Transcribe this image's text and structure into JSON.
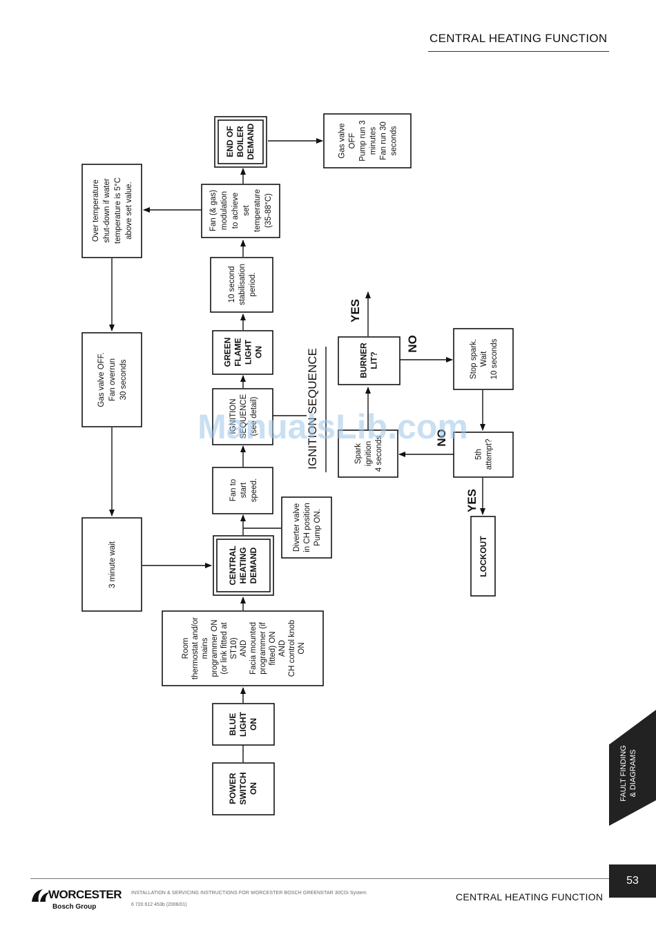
{
  "header": {
    "title": "CENTRAL HEATING FUNCTION"
  },
  "boxes": {
    "power_switch": [
      "POWER",
      "SWITCH",
      "ON"
    ],
    "blue_light": [
      "BLUE",
      "LIGHT",
      "ON"
    ],
    "room_thermostat": [
      "Room",
      "thermostat and/or",
      "mains",
      "programmer ON",
      "(or link fitted at",
      "ST10)",
      "AND",
      "Facia mounted",
      "programmer (if",
      "fitted) ON",
      "AND",
      "CH control knob",
      "ON"
    ],
    "ch_demand": [
      "CENTRAL",
      "HEATING",
      "DEMAND"
    ],
    "diverter": [
      "Diverter valve",
      "in CH position",
      "Pump ON."
    ],
    "fan_start": [
      "Fan to",
      "start",
      "speed."
    ],
    "ignition": [
      "IGNITION",
      "SEQUENCE",
      "(see detail)"
    ],
    "green_flame": [
      "GREEN",
      "FLAME",
      "LIGHT",
      "ON"
    ],
    "stabilisation": [
      "10 second",
      "stabilisation",
      "period."
    ],
    "modulation": [
      "Fan (& gas)",
      "modulation",
      "to achieve",
      "set",
      "temperature",
      "(35-88°C)"
    ],
    "over_temp": [
      "Over temperature",
      "shut-down if water",
      "temperature is 5°C",
      "above set value."
    ],
    "end_demand": [
      "END OF",
      "BOILER",
      "DEMAND"
    ],
    "gas_off_pump": [
      "Gas valve",
      "OFF",
      "Pump run 3",
      "minutes",
      "Fan run 30",
      "seconds"
    ],
    "gas_off_overrun": [
      "Gas valve OFF.",
      "Fan overrun",
      "30 seconds"
    ],
    "wait": [
      "3 minute wait"
    ],
    "spark": [
      "Spark",
      "ignition",
      "4 seconds"
    ],
    "burner_lit": [
      "BURNER",
      "LIT?"
    ],
    "stop_spark": [
      "Stop spark.",
      "Wait",
      "10 seconds"
    ],
    "fifth_attempt": [
      "5th",
      "attempt?"
    ],
    "lockout": [
      "LOCKOUT"
    ]
  },
  "labels": {
    "ignition_sequence": "IGNITION SEQUENCE",
    "yes": "YES",
    "no": "NO"
  },
  "watermark": "ManualsLib.com",
  "side_tab": [
    "FAULT FINDING",
    "& DIAGRAMS"
  ],
  "footer": {
    "brand": "WORCESTER",
    "brand_sub": "Bosch Group",
    "line1": "INSTALLATION & SERVICING INSTRUCTIONS FOR WORCESTER BOSCH GREENSTAR 30CDi System",
    "line2": "6 720 612 453b (2006/01)",
    "title": "CENTRAL HEATING FUNCTION",
    "page": "53"
  }
}
